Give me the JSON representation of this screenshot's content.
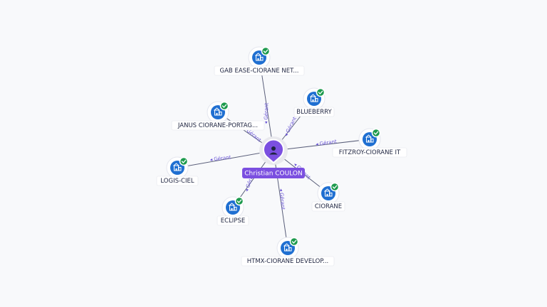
{
  "center": {
    "label": "Christian COULON",
    "icon": "person-icon",
    "color": "#7b4fe0"
  },
  "edge_label": "Gérant",
  "company_icon": "building-icon",
  "verified_icon": "check-icon",
  "colors": {
    "company": "#1f6fd1",
    "verified": "#1d9a4d",
    "edge_label": "#6a55d6"
  },
  "companies": [
    {
      "id": "gab-ease",
      "label": "GAB EASE-CIORANE NET..."
    },
    {
      "id": "blueberry",
      "label": "BLUEBERRY"
    },
    {
      "id": "janus",
      "label": "JANUS CIORANE-PORTAG..."
    },
    {
      "id": "fitzroy",
      "label": "FITZROY-CIORANE IT"
    },
    {
      "id": "logis-ciel",
      "label": "LOGIS-CIEL"
    },
    {
      "id": "ciorane",
      "label": "CIORANE"
    },
    {
      "id": "eclipse",
      "label": "ECLIPSE"
    },
    {
      "id": "htmx",
      "label": "HTMX-CIORANE DEVELOP..."
    }
  ]
}
